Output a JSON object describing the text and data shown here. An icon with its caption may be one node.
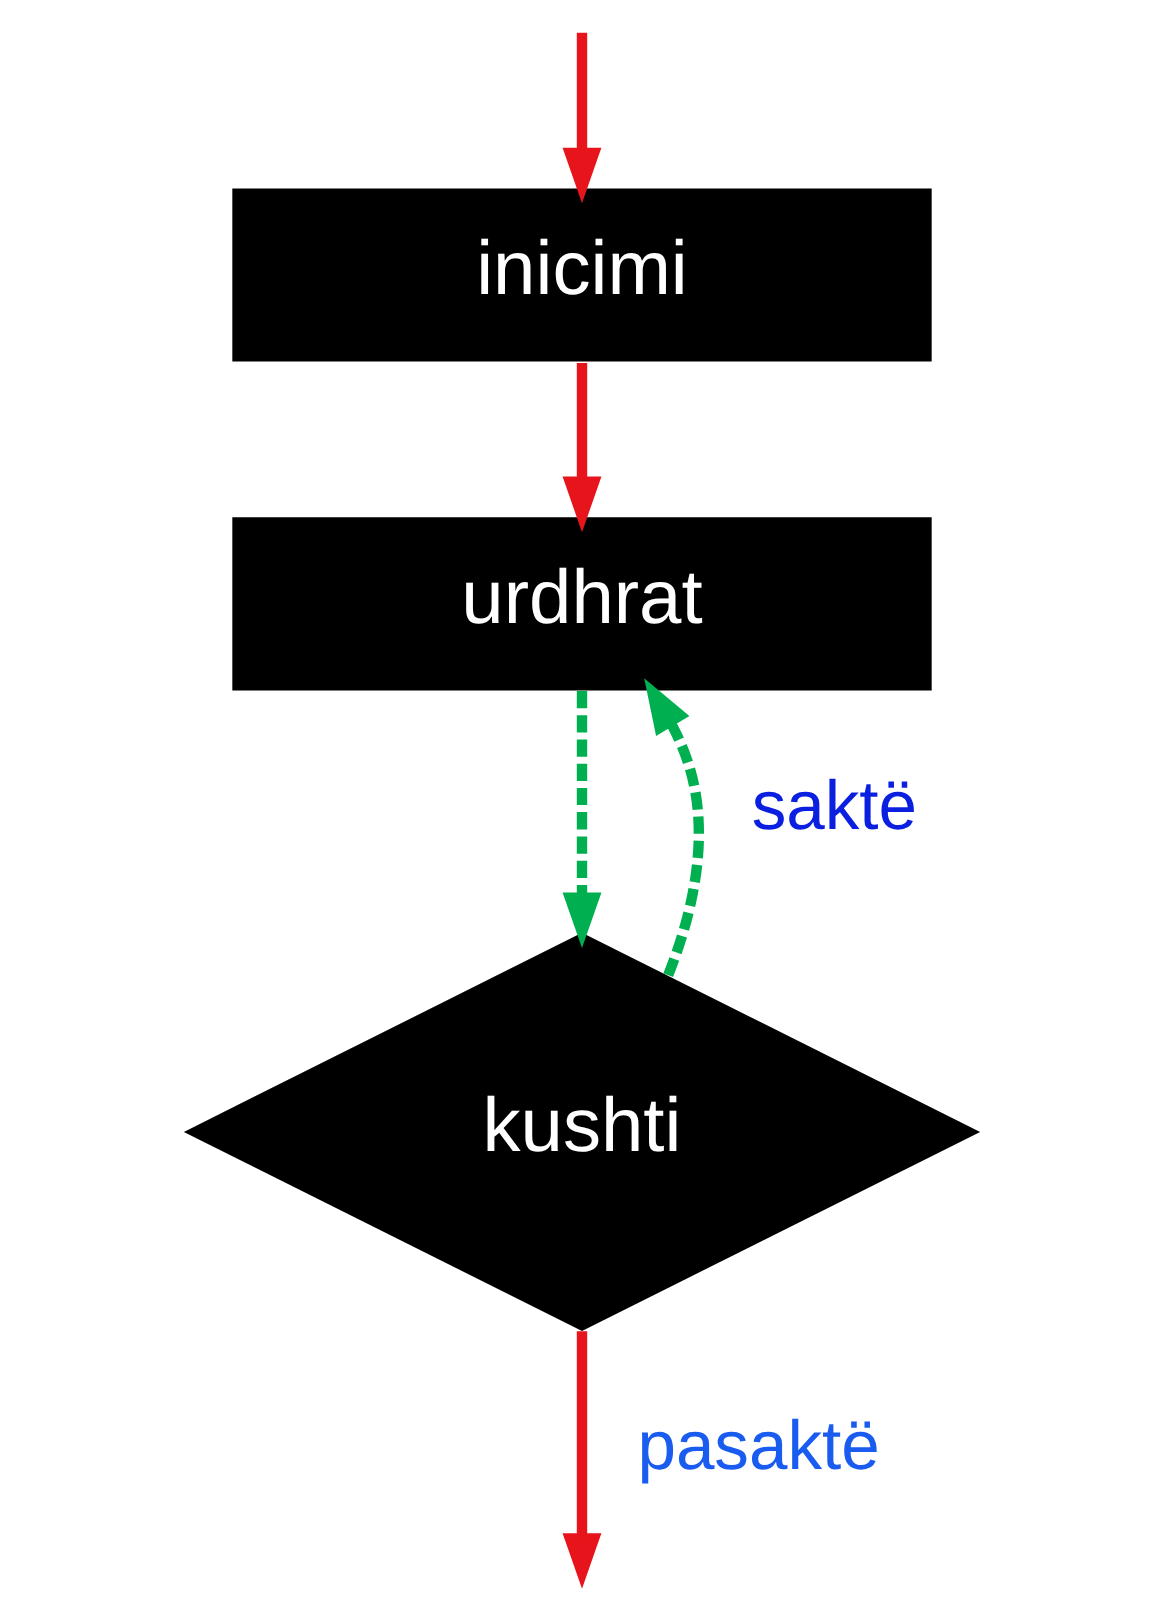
{
  "diagram": {
    "nodes": [
      {
        "text": [
          "inicimi"
        ]
      },
      {
        "text": [
          "urdhrat"
        ]
      },
      {
        "text": [
          "kushti"
        ]
      }
    ],
    "edges": [
      {
        "from": null,
        "to": 0,
        "arrow": "to"
      },
      {
        "from": 0,
        "to": 1,
        "arrow": "to"
      },
      {
        "from": 1,
        "to": 2,
        "arrow": "to",
        "style": "dashed",
        "color": "#00b050"
      },
      {
        "from": 2,
        "to": 1,
        "arrow": "to",
        "label": "saktë",
        "style": "dashed",
        "color": "#00b050"
      },
      {
        "from": 2,
        "to": null,
        "arrow": "to",
        "label": "pasaktë"
      }
    ]
  }
}
